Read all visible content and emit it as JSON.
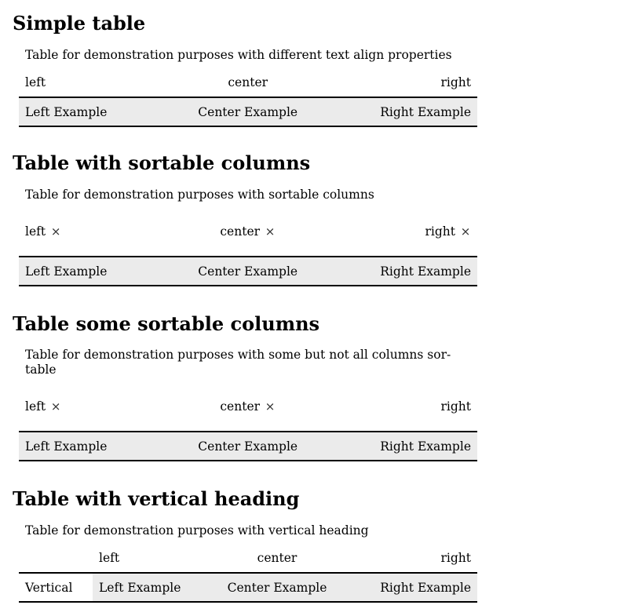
{
  "sort_icon": "⨯",
  "simple": {
    "title": "Simple table",
    "caption": "Table for demonstration purposes with different text align properties",
    "headers": [
      "left",
      "center",
      "right"
    ],
    "row": [
      "Left Example",
      "Center Example",
      "Right Example"
    ]
  },
  "sortable": {
    "title": "Table with sortable columns",
    "caption": "Table for demonstration purposes with sortable columns",
    "headers": [
      "left",
      "center",
      "right"
    ],
    "row": [
      "Left Example",
      "Center Example",
      "Right Example"
    ]
  },
  "some_sortable": {
    "title": "Table some sortable columns",
    "caption": "Table for demonstration purposes with some but not all columns sor-table",
    "caption_line1": "Table for demonstration purposes with some but not all columns sor-",
    "caption_line2": "table",
    "headers": [
      "left",
      "center",
      "right"
    ],
    "row": [
      "Left Example",
      "Center Example",
      "Right Example"
    ]
  },
  "vertical": {
    "title": "Table with vertical heading",
    "caption": "Table for demonstration purposes with vertical heading",
    "headers": [
      "left",
      "center",
      "right"
    ],
    "row_heading": "Vertical",
    "row": [
      "Left Example",
      "Center Example",
      "Right Example"
    ]
  }
}
